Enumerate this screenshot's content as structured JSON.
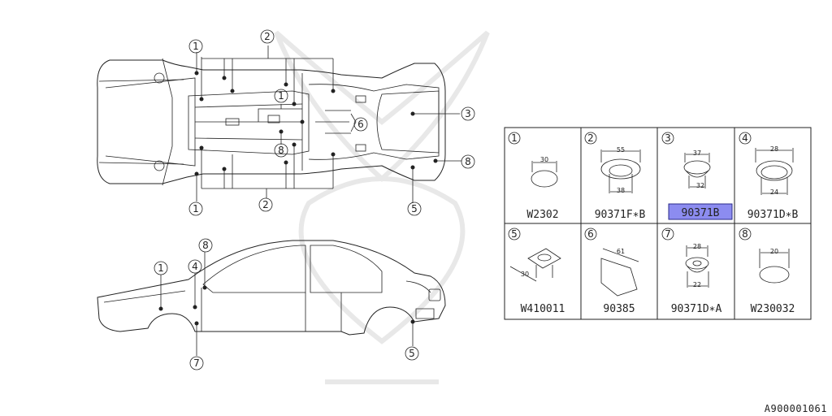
{
  "document_id": "A900001061",
  "callouts": {
    "c1": "1",
    "c2": "2",
    "c3": "3",
    "c4": "4",
    "c5": "5",
    "c6": "6",
    "c7": "7",
    "c8": "8"
  },
  "table": {
    "cells": [
      {
        "num": "1",
        "code": "W2302",
        "dims": [
          "30"
        ]
      },
      {
        "num": "2",
        "code": "90371F∗B",
        "dims": [
          "55",
          "38"
        ]
      },
      {
        "num": "3",
        "code": "90371B",
        "dims": [
          "37",
          "32"
        ],
        "highlighted": true
      },
      {
        "num": "4",
        "code": "90371D∗B",
        "dims": [
          "28",
          "24"
        ]
      },
      {
        "num": "5",
        "code": "W410011",
        "dims": [
          "30"
        ]
      },
      {
        "num": "6",
        "code": "90385",
        "dims": [
          "61"
        ]
      },
      {
        "num": "7",
        "code": "90371D∗A",
        "dims": [
          "28",
          "22"
        ]
      },
      {
        "num": "8",
        "code": "W230032",
        "dims": [
          "20"
        ]
      }
    ],
    "highlight_color": "#8c8cf0"
  }
}
